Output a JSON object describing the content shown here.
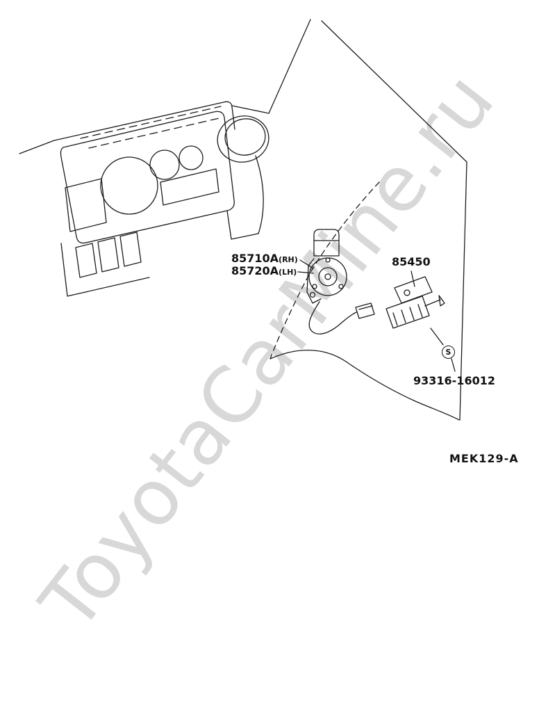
{
  "watermark": {
    "text": "ToyotaCarMine.ru",
    "color": "#d8d8d8"
  },
  "diagram": {
    "figure_code": "MEK129-A",
    "screw_symbol": "S",
    "labels": {
      "motor_rh": {
        "number": "85710A",
        "qualifier": "(RH)"
      },
      "motor_lh": {
        "number": "85720A",
        "qualifier": "(LH)"
      },
      "switch": {
        "number": "85450"
      },
      "screw": {
        "number": "93316-16012"
      }
    },
    "colors": {
      "line": "#1a1a1a",
      "background": "#ffffff"
    }
  }
}
